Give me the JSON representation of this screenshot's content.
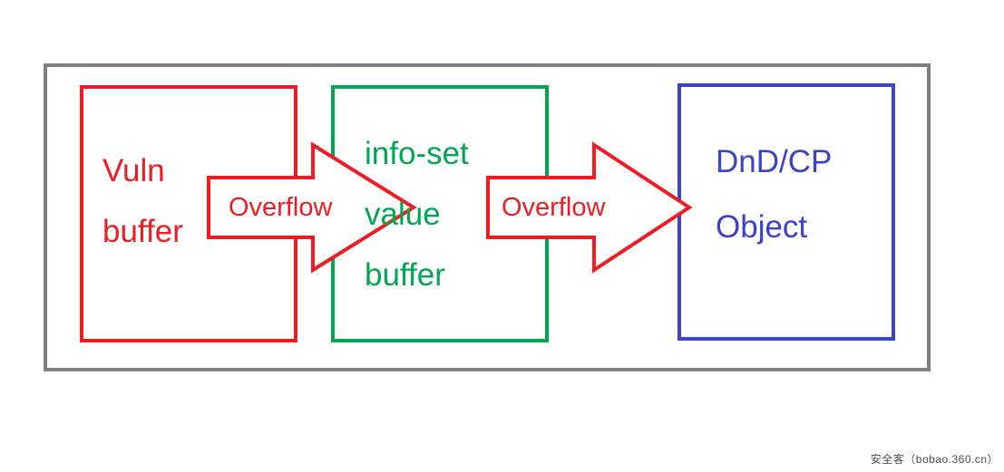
{
  "colors": {
    "red": "#ee1c25",
    "green": "#00a651",
    "blue": "#3d43c8",
    "frame": "#808080",
    "watermark": "#4d4d4d",
    "canvas": "#ffffff"
  },
  "boxes": {
    "vuln": {
      "lines": [
        "Vuln",
        "buffer"
      ]
    },
    "infoset": {
      "lines": [
        "info-set",
        "value",
        "buffer"
      ]
    },
    "dndcp": {
      "lines": [
        "DnD/CP",
        "Object"
      ]
    }
  },
  "arrows": {
    "first": {
      "label": "Overflow"
    },
    "second": {
      "label": "Overflow"
    }
  },
  "watermark": {
    "text": "安全客（bobao.360.cn）"
  }
}
